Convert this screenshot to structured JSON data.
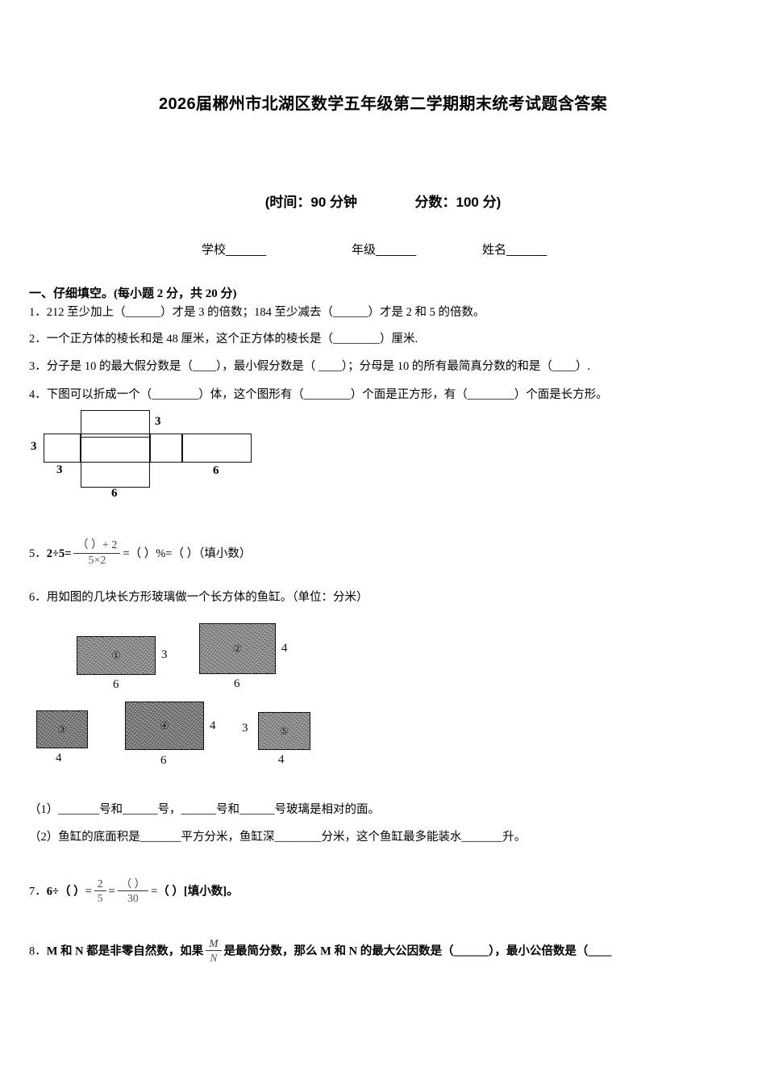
{
  "document": {
    "title": "2026届郴州市北湖区数学五年级第二学期期末统考试题含答案"
  },
  "exam_meta": {
    "time_label": "(时间：90 分钟",
    "score_label": "分数：100 分)",
    "fields": [
      {
        "label": "学校",
        "blank": "______"
      },
      {
        "label": "年级",
        "blank": "______"
      },
      {
        "label": "姓名",
        "blank": "______"
      }
    ]
  },
  "sections": [
    {
      "heading": "一、仔细填空。(每小题 2 分，共 20 分)"
    }
  ],
  "questions": {
    "q1": {
      "num": "1．",
      "text": "212 至少加上（______）才是 3 的倍数；184 至少减去（______）才是 2 和 5 的倍数。"
    },
    "q2": {
      "num": "2．",
      "text": "一个正方体的棱长和是 48 厘米，这个正方体的棱长是（________）厘米."
    },
    "q3": {
      "num": "3．",
      "text": "分子是 10 的最大假分数是（____），最小假分数是（ ____）；分母是  10 的所有最简真分数的和是（____）."
    },
    "q4": {
      "num": "4．",
      "text": "下图可以折成一个（________）体，这个图形有（________）个面是正方形，有（________）个面是长方形。",
      "figure": {
        "name": "box-net-diagram",
        "labels": [
          {
            "value": "3",
            "position": "top-right-of-vertical-strip"
          },
          {
            "value": "3",
            "position": "left-of-horizontal-strip"
          },
          {
            "value": "3",
            "position": "below-left-face"
          },
          {
            "value": "6",
            "position": "below-vertical-strip"
          },
          {
            "value": "6",
            "position": "below-right-face"
          }
        ]
      }
    },
    "q5": {
      "num": "5．",
      "lead": "2÷5=",
      "fraction": {
        "numerator": "（ ）+ 2",
        "denominator": "5×2"
      },
      "tail": "=（   ）%=（    ）（填小数）"
    },
    "q6": {
      "num": "6．",
      "text": "用如图的几块长方形玻璃做一个长方体的鱼缸。（单位：分米）",
      "figure": {
        "name": "glass-pieces-diagram",
        "pieces": [
          {
            "tag": "①",
            "width_label": "6",
            "height_label": "3",
            "shade": "light"
          },
          {
            "tag": "②",
            "width_label": "6",
            "height_label": "4",
            "shade": "light"
          },
          {
            "tag": "③",
            "width_label": "4",
            "height_label": "",
            "shade": "dark"
          },
          {
            "tag": "④",
            "width_label": "6",
            "height_label": "4",
            "shade": "dark"
          },
          {
            "tag": "⑤",
            "width_label": "4",
            "height_label": "3",
            "shade": "light"
          }
        ]
      },
      "sub1": "（1）_______号和______号，______号和______号玻璃是相对的面。",
      "sub2": "（2）鱼缸的底面积是_______平方分米，鱼缸深________分米，这个鱼缸最多能装水_______升。"
    },
    "q7": {
      "num": "7．",
      "lead": "6÷（    ）",
      "eq1": "=",
      "frac1": {
        "numerator": "2",
        "denominator": "5"
      },
      "eq2": "=",
      "frac2": {
        "numerator": "（      ）",
        "denominator": "30"
      },
      "eq3": "=",
      "tail": "（   ）[填小数]。"
    },
    "q8": {
      "num": "8．",
      "pre": "M 和 N 都是非零自然数，如果",
      "fraction": {
        "numerator": "M",
        "denominator": "N"
      },
      "post": "是最简分数，那么 M 和 N 的最大公因数是（______），最小公倍数是（____"
    }
  }
}
